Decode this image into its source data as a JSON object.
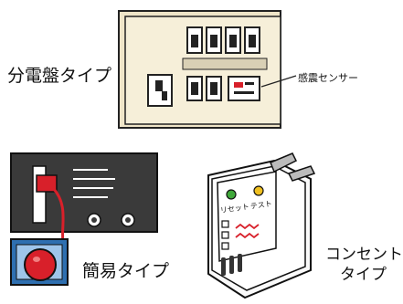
{
  "labels": {
    "distribution_board_type": "分電盤タイプ",
    "seismic_sensor": "感震センサー",
    "simple_type": "簡易タイプ",
    "outlet_type_line1": "コンセント",
    "outlet_type_line2": "タイプ"
  },
  "outlet_device": {
    "reset_label": "リセット",
    "test_label": "テスト",
    "reset_color": "#3fa83a",
    "test_color": "#f0c020"
  },
  "colors": {
    "panel_beige": "#efe5c8",
    "simple_dark": "#3a3a3a",
    "simple_base_blue": "#2e6fb0",
    "simple_ball_red": "#d8202a"
  }
}
